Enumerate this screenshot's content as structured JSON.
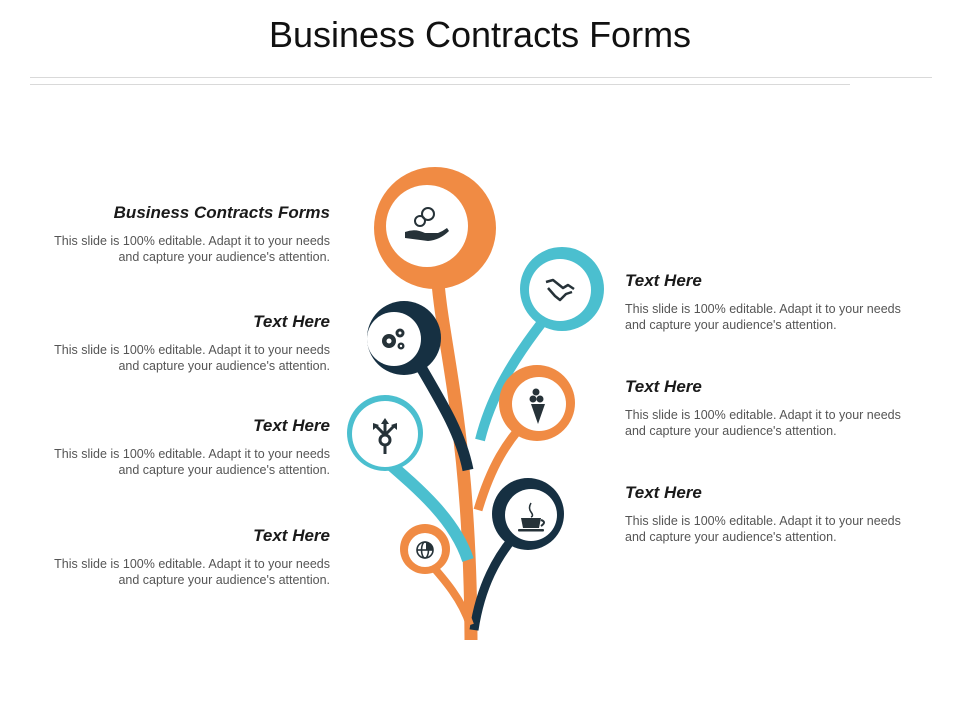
{
  "title": "Business Contracts Forms",
  "colors": {
    "orange": "#F08B44",
    "teal": "#4BBFCF",
    "navy": "#163042"
  },
  "items": [
    {
      "heading": "Business Contracts Forms",
      "body": "This slide is 100% editable. Adapt it to your needs and capture your audience's attention.",
      "icon": "money-hand-icon"
    },
    {
      "heading": "Text Here",
      "body": "This slide is 100% editable. Adapt it to your needs and capture your audience's attention.",
      "icon": "gears-icon"
    },
    {
      "heading": "Text Here",
      "body": "This slide is 100% editable. Adapt it to your needs and capture your audience's attention.",
      "icon": "split-arrows-icon"
    },
    {
      "heading": "Text Here",
      "body": "This slide is 100% editable. Adapt it to your needs and capture your audience's attention.",
      "icon": "globe-icon"
    },
    {
      "heading": "Text Here",
      "body": "This slide is 100% editable. Adapt it to your needs and capture your audience's attention.",
      "icon": "handshake-icon"
    },
    {
      "heading": "Text Here",
      "body": "This slide is 100% editable. Adapt it to your needs and capture your audience's attention.",
      "icon": "ice-cream-icon"
    },
    {
      "heading": "Text Here",
      "body": "This slide is 100% editable. Adapt it to your needs and capture your audience's attention.",
      "icon": "coffee-cup-icon"
    }
  ]
}
